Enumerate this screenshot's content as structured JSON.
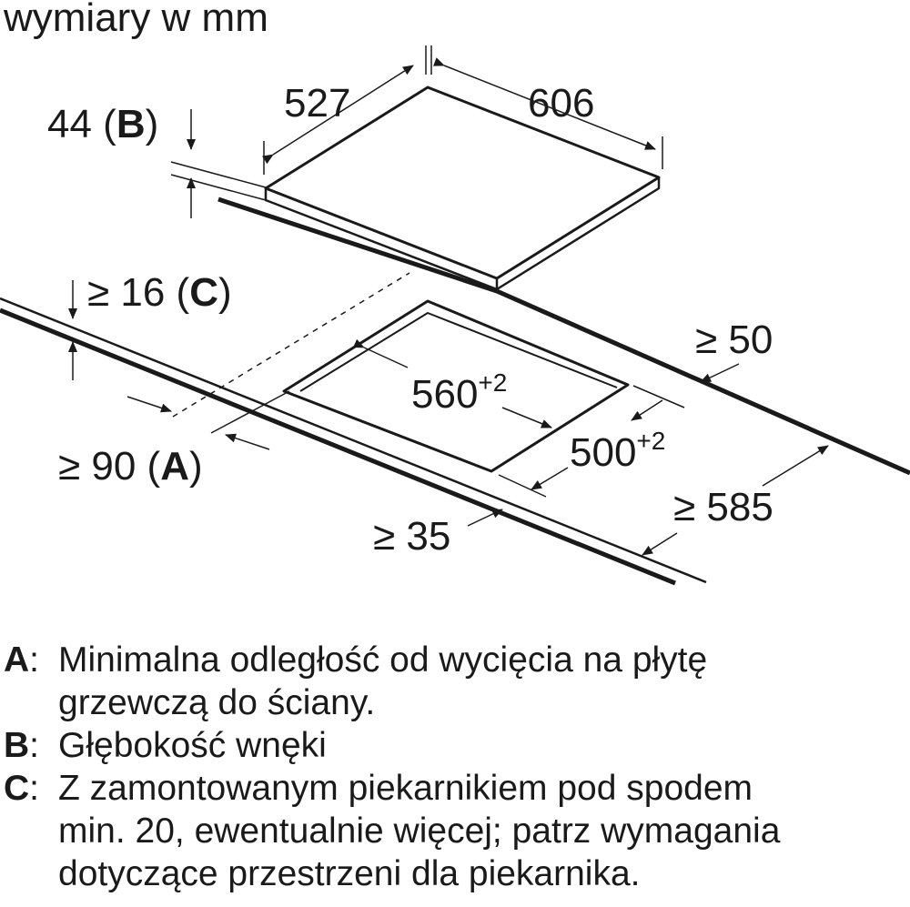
{
  "caption": "wymiary w mm",
  "dimensions": {
    "hob_depth": "527",
    "hob_width": "606",
    "recess_depth": "44",
    "recess_depth_key": "B",
    "bottom_clearance": "≥ 16",
    "bottom_clearance_key": "C",
    "cutout_width": "560",
    "cutout_width_tol": "+2",
    "cutout_depth": "500",
    "cutout_depth_tol": "+2",
    "rear_clearance": "≥ 50",
    "front_edge_distance": "≥ 90",
    "front_edge_key": "A",
    "worktop_thickness": "≥ 35",
    "worktop_depth": "≥ 585"
  },
  "legend": [
    {
      "key": "A",
      "lines": [
        "Minimalna odległość od wycięcia na płytę",
        "grzewczą do ściany."
      ]
    },
    {
      "key": "B",
      "lines": [
        "Głębokość wnęki"
      ]
    },
    {
      "key": "C",
      "lines": [
        "Z zamontowanym piekarnikiem pod spodem",
        "min. 20, ewentualnie więcej; patrz wymagania",
        "dotyczące przestrzeni dla piekarnika."
      ]
    }
  ],
  "colors": {
    "line": "#1a1a1a",
    "background": "#ffffff"
  }
}
